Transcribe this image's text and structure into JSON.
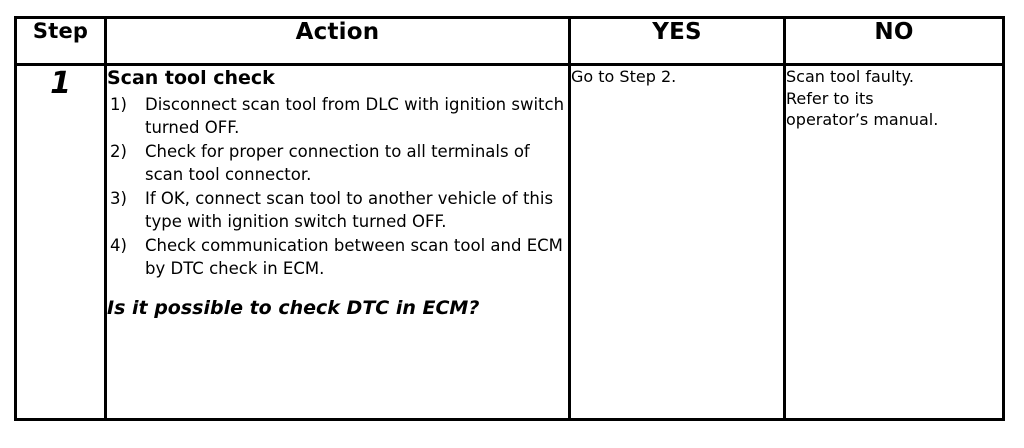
{
  "table": {
    "headers": {
      "step": "Step",
      "action": "Action",
      "yes": "YES",
      "no": "NO"
    },
    "row": {
      "step_number": "1",
      "action": {
        "title": "Scan tool check",
        "steps": [
          {
            "marker": "1)",
            "text": "Disconnect scan tool from DLC with ignition switch turned OFF."
          },
          {
            "marker": "2)",
            "text": "Check for proper connection to all terminals of scan tool connector."
          },
          {
            "marker": "3)",
            "text": "If OK, connect scan tool to another vehicle of this type with ignition switch turned OFF."
          },
          {
            "marker": "4)",
            "text": "Check communication between scan tool and ECM by DTC check in ECM."
          }
        ],
        "question": "Is it possible to check DTC in ECM?"
      },
      "yes": {
        "lines": [
          "Go to Step 2."
        ]
      },
      "no": {
        "lines": [
          "Scan tool faulty.",
          "Refer to its",
          "operator’s manual."
        ]
      }
    }
  },
  "colors": {
    "border": "#000000",
    "background": "#ffffff",
    "text": "#000000"
  }
}
